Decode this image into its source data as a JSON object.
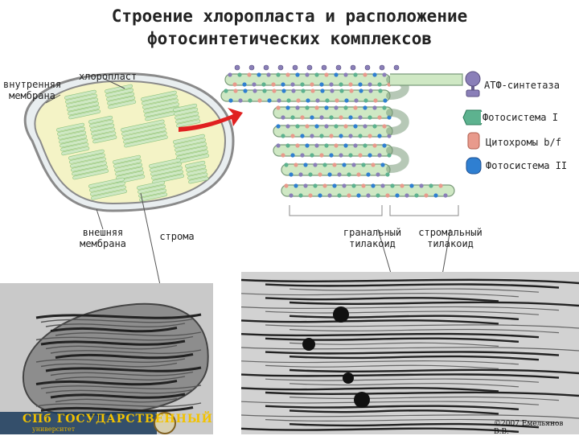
{
  "title": {
    "line1": "Строение хлоропласта и расположение",
    "line2": "фотосинтетических комплексов"
  },
  "labels": {
    "inner_membrane": [
      "внутренняя",
      "мембрана"
    ],
    "chloroplast": "хлоропласт",
    "outer_membrane": [
      "внешняя",
      "мембрана"
    ],
    "stroma": "строма",
    "granal_thylakoid": [
      "гранальный",
      "тилакоид"
    ],
    "stromal_thylakoid": [
      "стромальный",
      "тилакоид"
    ]
  },
  "legend": [
    {
      "label": "АТФ-синтетаза",
      "icon": "atp-synthase-icon",
      "color": "#8a7fb8"
    },
    {
      "label": "Фотосистема I",
      "icon": "photosystem-1-icon",
      "color": "#5db28f"
    },
    {
      "label": "Цитохромы b/f",
      "icon": "cytochrome-icon",
      "color": "#e89a8c"
    },
    {
      "label": "Фотосистема II",
      "icon": "photosystem-2-icon",
      "color": "#2f7fd1"
    }
  ],
  "colors": {
    "thylakoid_fill": "#cfe8c4",
    "stroma_fill": "#f4f3c6",
    "membrane": "#7a7a7a",
    "arrow": "#e02020"
  },
  "footer": {
    "copyright": "©2007 Емельянов В.В.",
    "logo_title": "СПб ГОСУДАРСТВЕННЫЙ",
    "logo_sub": "университет"
  }
}
